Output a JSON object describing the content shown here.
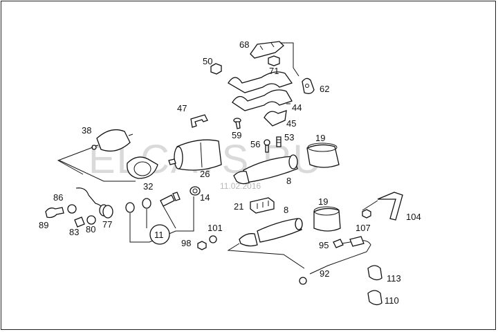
{
  "diagram": {
    "watermark": "ELCATS.RU",
    "date_stamp": "11.02.2016",
    "callouts": {
      "c68": "68",
      "c50": "50",
      "c71": "71",
      "c62": "62",
      "c44": "44",
      "c47": "47",
      "c45": "45",
      "c59": "59",
      "c38": "38",
      "c56": "56",
      "c53": "53",
      "c19a": "19",
      "c26": "26",
      "c8a": "8",
      "c32": "32",
      "c86": "86",
      "c14": "14",
      "c21": "21",
      "c19b": "19",
      "c8b": "8",
      "c89": "89",
      "c77": "77",
      "c83": "83",
      "c80": "80",
      "c11": "11",
      "c101": "101",
      "c98": "98",
      "c107": "107",
      "c104": "104",
      "c95": "95",
      "c92": "92",
      "c113": "113",
      "c110": "110"
    }
  }
}
